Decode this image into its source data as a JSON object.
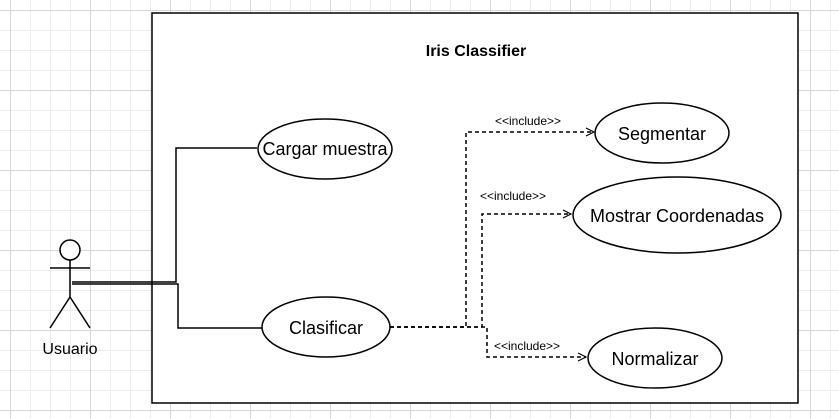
{
  "diagram": {
    "system_title": "Iris Classifier",
    "actor": {
      "label": "Usuario"
    },
    "use_cases": {
      "cargar": "Cargar muestra",
      "clasificar": "Clasificar",
      "segmentar": "Segmentar",
      "mostrar": "Mostrar Coordenadas",
      "normalizar": "Normalizar"
    },
    "relations": {
      "include_label": "<<include>>"
    },
    "colors": {
      "line": "#000000",
      "fill": "#ffffff",
      "grid": "#d6d6d6"
    }
  }
}
